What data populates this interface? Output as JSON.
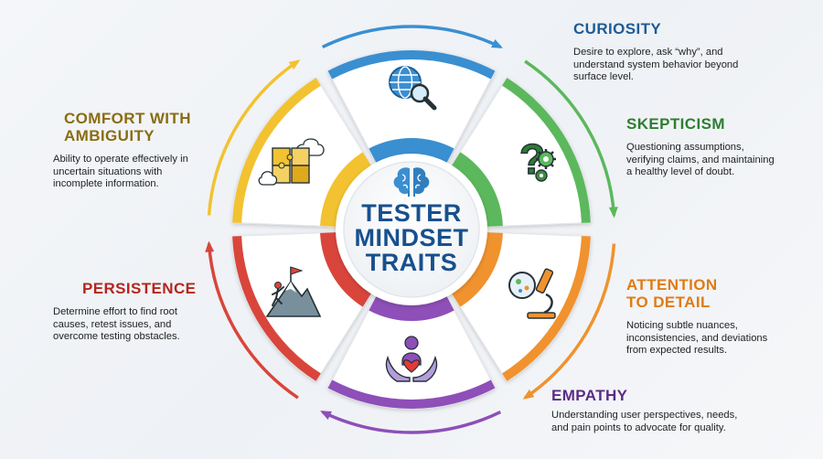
{
  "center": {
    "line1": "TESTER",
    "line2": "MINDSET",
    "line3": "TRAITS",
    "icon": "brain-icon"
  },
  "traits": [
    {
      "id": "curiosity",
      "title_1": "CURIOSITY",
      "title_2": "",
      "desc_1": "Desire to explore, ask “why”, and",
      "desc_2": "understand system behavior beyond",
      "desc_3": "surface level.",
      "color": "#1d5c96",
      "segment_color": "#3a8fd1",
      "icon": "globe-magnifier-icon"
    },
    {
      "id": "skepticism",
      "title_1": "SKEPTICISM",
      "title_2": "",
      "desc_1": "Questioning assumptions,",
      "desc_2": "verifying claims, and maintaining",
      "desc_3": "a healthy level of doubt.",
      "color": "#2e7d32",
      "segment_color": "#5cb85c",
      "icon": "question-gears-icon"
    },
    {
      "id": "attention",
      "title_1": "ATTENTION",
      "title_2": "TO DETAIL",
      "desc_1": "Noticing subtle nuances,",
      "desc_2": "inconsistencies, and deviations",
      "desc_3": "from expected results.",
      "color": "#e07b14",
      "segment_color": "#f0922e",
      "icon": "microscope-icon"
    },
    {
      "id": "empathy",
      "title_1": "EMPATHY",
      "title_2": "",
      "desc_1": "Understanding user perspectives, needs,",
      "desc_2": "and pain points to advocate for quality.",
      "desc_3": "",
      "color": "#5b2c83",
      "segment_color": "#8e4fb8",
      "icon": "heart-hands-icon"
    },
    {
      "id": "persistence",
      "title_1": "PERSISTENCE",
      "title_2": "",
      "desc_1": "Determine effort to find root",
      "desc_2": "causes, retest issues, and",
      "desc_3": "overcome testing obstacles.",
      "color": "#b3261e",
      "segment_color": "#d9453b",
      "icon": "mountain-climber-icon"
    },
    {
      "id": "comfort",
      "title_1": "COMFORT WITH",
      "title_2": "AMBIGUITY",
      "desc_1": "Ability to operate effectively in",
      "desc_2": "uncertain situations with",
      "desc_3": "incomplete information.",
      "color": "#8a6d12",
      "segment_color": "#f2c230",
      "icon": "puzzle-cloud-icon"
    }
  ]
}
